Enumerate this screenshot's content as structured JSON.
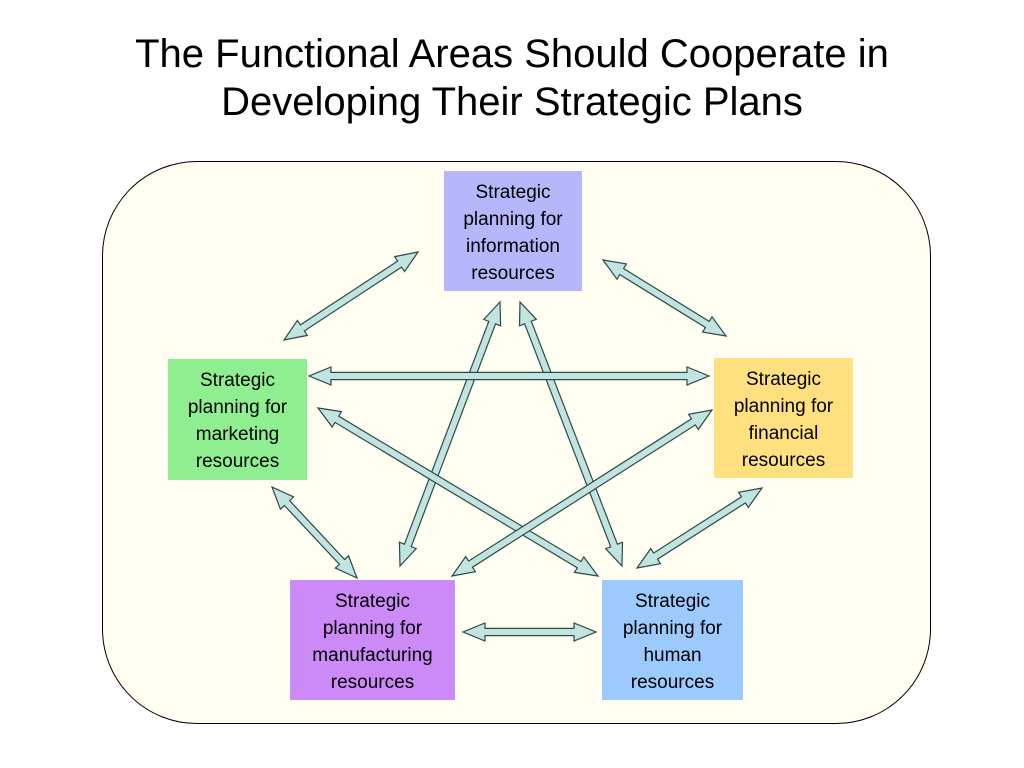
{
  "title": "The Functional Areas Should Cooperate in\nDeveloping Their Strategic Plans",
  "nodes": {
    "information": {
      "label": "Strategic\nplanning for\ninformation\nresources",
      "color": "#b6b6fb"
    },
    "marketing": {
      "label": "Strategic\nplanning for\nmarketing\nresources",
      "color": "#8fee8f"
    },
    "financial": {
      "label": "Strategic\nplanning for\nfinancial\nresources",
      "color": "#ffe07f"
    },
    "manufacturing": {
      "label": "Strategic\nplanning for\nmanufacturing\nresources",
      "color": "#cc8af7"
    },
    "human": {
      "label": "Strategic\nplanning for\nhuman\nresources",
      "color": "#9ccafc"
    }
  },
  "connections": [
    {
      "from": "information",
      "to": "marketing"
    },
    {
      "from": "information",
      "to": "financial"
    },
    {
      "from": "information",
      "to": "manufacturing"
    },
    {
      "from": "information",
      "to": "human"
    },
    {
      "from": "marketing",
      "to": "financial"
    },
    {
      "from": "marketing",
      "to": "manufacturing"
    },
    {
      "from": "marketing",
      "to": "human"
    },
    {
      "from": "financial",
      "to": "manufacturing"
    },
    {
      "from": "financial",
      "to": "human"
    },
    {
      "from": "manufacturing",
      "to": "human"
    }
  ],
  "colors": {
    "arrow_fill": "#c2e4e0",
    "arrow_stroke": "#2b4a4a",
    "panel_fill": "#fffef0"
  }
}
